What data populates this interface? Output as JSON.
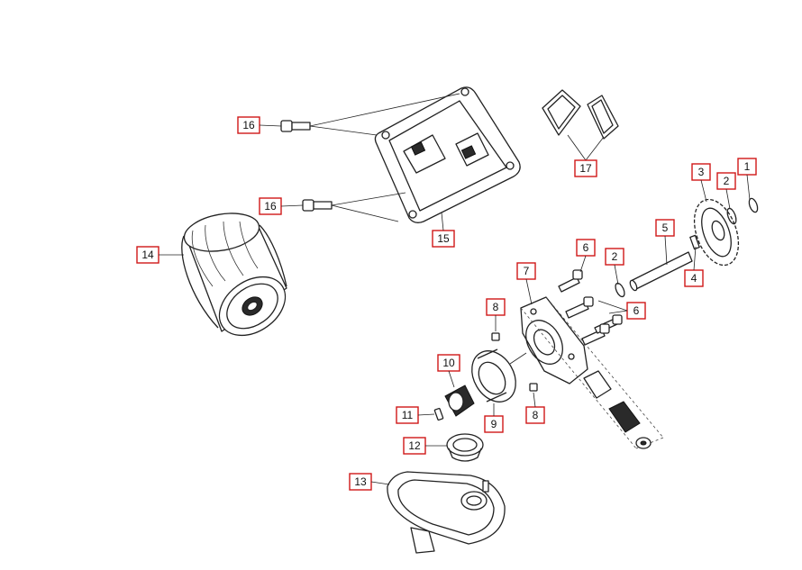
{
  "callouts": [
    {
      "id": "c1",
      "label": "1"
    },
    {
      "id": "c2a",
      "label": "2"
    },
    {
      "id": "c2b",
      "label": "2"
    },
    {
      "id": "c3",
      "label": "3"
    },
    {
      "id": "c4",
      "label": "4"
    },
    {
      "id": "c5",
      "label": "5"
    },
    {
      "id": "c6a",
      "label": "6"
    },
    {
      "id": "c6b",
      "label": "6"
    },
    {
      "id": "c7",
      "label": "7"
    },
    {
      "id": "c8a",
      "label": "8"
    },
    {
      "id": "c8b",
      "label": "8"
    },
    {
      "id": "c9",
      "label": "9"
    },
    {
      "id": "c10",
      "label": "10"
    },
    {
      "id": "c11",
      "label": "11"
    },
    {
      "id": "c12",
      "label": "12"
    },
    {
      "id": "c13",
      "label": "13"
    },
    {
      "id": "c14",
      "label": "14"
    },
    {
      "id": "c15",
      "label": "15"
    },
    {
      "id": "c16a",
      "label": "16"
    },
    {
      "id": "c16b",
      "label": "16"
    },
    {
      "id": "c17",
      "label": "17"
    }
  ],
  "colors": {
    "callout_border": "#d01818",
    "line": "#222222"
  }
}
